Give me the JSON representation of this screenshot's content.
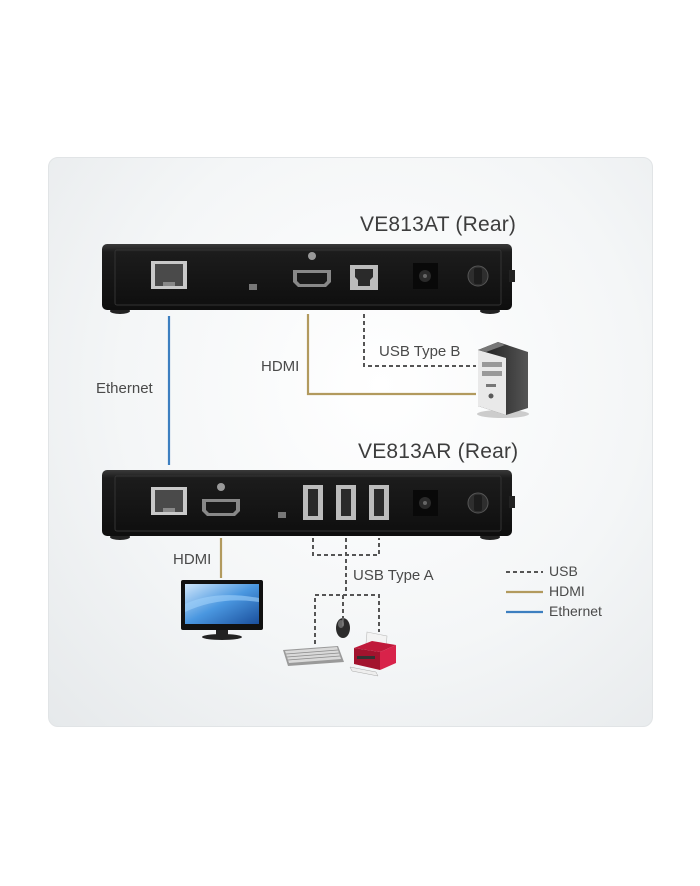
{
  "devices": {
    "transmitter": {
      "title": "VE813AT (Rear)"
    },
    "receiver": {
      "title": "VE813AR (Rear)"
    }
  },
  "connections": {
    "ethernet_label": "Ethernet",
    "tx_hdmi_label": "HDMI",
    "tx_usb_label": "USB Type B",
    "rx_hdmi_label": "HDMI",
    "rx_usb_label": "USB Type A"
  },
  "legend": [
    {
      "label": "USB",
      "style": "dashed",
      "color": "#555555"
    },
    {
      "label": "HDMI",
      "style": "solid",
      "color": "#b29a5e"
    },
    {
      "label": "Ethernet",
      "style": "solid",
      "color": "#3d7fc0"
    }
  ],
  "icons": [
    "computer-tower-icon",
    "monitor-icon",
    "keyboard-icon",
    "mouse-icon",
    "printer-icon"
  ]
}
